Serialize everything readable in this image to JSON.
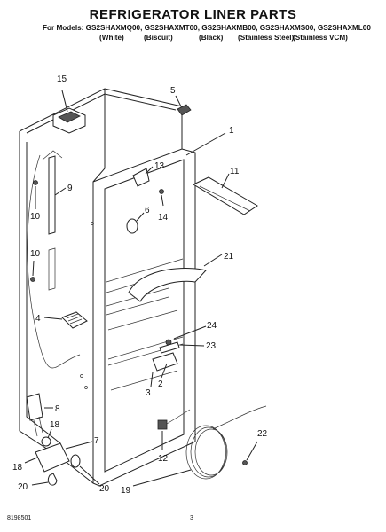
{
  "title": "REFRIGERATOR LINER PARTS",
  "models_line": "For Models: GS2SHAXMQ00, GS2SHAXMT00, GS2SHAXMB00, GS2SHAXMS00, GS2SHAXML00",
  "colors": [
    "(White)",
    "(Biscuit)",
    "(Black)",
    "(Stainless Steel)",
    "(Stainless VCM)"
  ],
  "callouts": [
    "15",
    "5",
    "1",
    "13",
    "11",
    "9",
    "10",
    "6",
    "14",
    "10",
    "21",
    "4",
    "24",
    "23",
    "2",
    "3",
    "8",
    "18",
    "7",
    "18",
    "20",
    "20",
    "12",
    "22",
    "19"
  ],
  "footer": {
    "part_number": "8198501",
    "page": "3"
  }
}
